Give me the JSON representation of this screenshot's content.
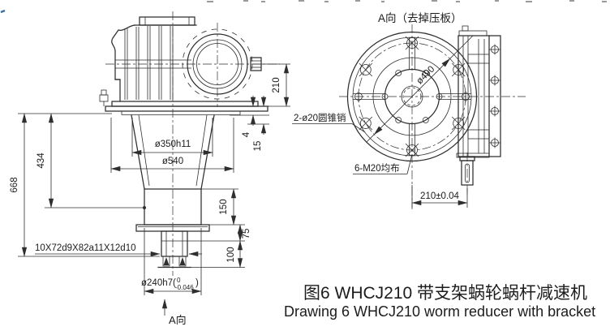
{
  "caption": {
    "line1": "图6   WHCJ210 带支架蜗轮蜗杆减速机",
    "line2": "Drawing 6 WHCJ210  worm reducer with bracket"
  },
  "front_view": {
    "dims": {
      "height_total": "668",
      "height_to_cylinder": "434",
      "center_height": "210",
      "gap_small": "4",
      "plate_offset": "15",
      "spigot_dia": "ø350h11",
      "flange_dia": "ø540",
      "cylinder_len": "150",
      "step_len": "75",
      "shaft_len": "100",
      "spline_spec": "10X72d9X82a11X12d10",
      "shaft_dia_prefix": "ø240h7(",
      "shaft_dia_tol_upper": "0",
      "shaft_dia_tol_lower": "-0.046",
      "shaft_dia_suffix": ")",
      "view_arrow_label": "A向"
    }
  },
  "a_view": {
    "title": "A向（去掉压板）",
    "dims": {
      "bolt_circle_dia": "ø490",
      "taper_pin_note": "2-ø20圆锥销",
      "bolt_note": "6-M20均布",
      "center_distance": "210±0.04"
    }
  },
  "colors": {
    "line": "#2e2e2e",
    "text": "#1c1c1c",
    "background": "#ffffff",
    "artifact_blue": "#3a6ea5"
  }
}
